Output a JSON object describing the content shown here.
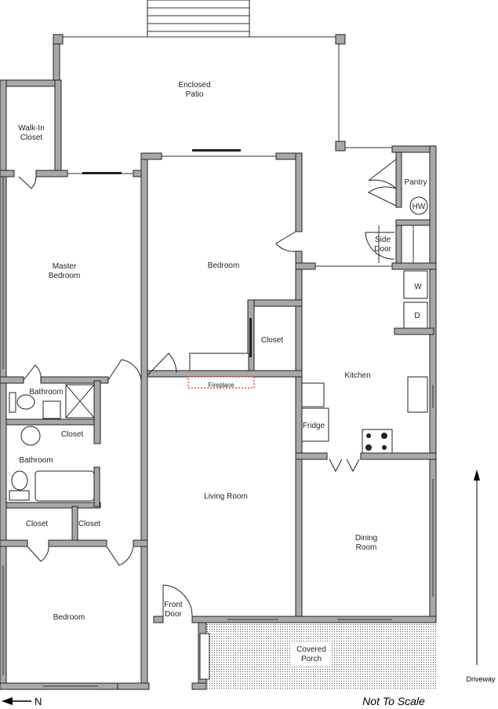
{
  "rooms": {
    "enclosed_patio": [
      "Enclosed",
      "Patio"
    ],
    "walk_in_closet": [
      "Walk-In",
      "Closet"
    ],
    "master_bedroom": [
      "Master",
      "Bedroom"
    ],
    "bedroom_center": "Bedroom",
    "pantry": "Pantry",
    "water_heater": "HW",
    "side_door": [
      "Side",
      "Door"
    ],
    "washer": "W",
    "dryer": "D",
    "closet_center": "Closet",
    "kitchen": "Kitchen",
    "fireplace": "Fireplace",
    "bathroom_1": "Bathroom",
    "closet_bath": "Closet",
    "bathroom_2": "Bathroom",
    "fridge": "Fridge",
    "living_room": "Living Room",
    "closet_left": "Closet",
    "closet_small": "Closet",
    "dining_room": [
      "Dining",
      "Room"
    ],
    "front_door": [
      "Front",
      "Door"
    ],
    "bedroom_bottom": "Bedroom",
    "covered_porch": [
      "Covered",
      "Porch"
    ]
  },
  "annotations": {
    "north": "N",
    "not_to_scale": "Not To Scale",
    "driveway": "Driveway"
  },
  "colors": {
    "wall": "#a8a8a8",
    "outline": "#222222"
  }
}
